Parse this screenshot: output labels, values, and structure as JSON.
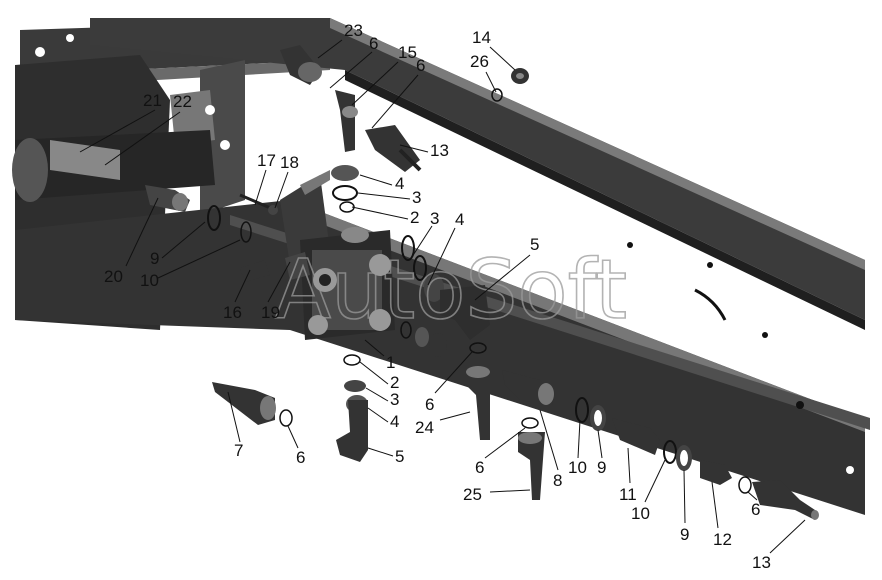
{
  "watermark": "AutoSoft",
  "callouts": [
    "23",
    "6",
    "15",
    "6",
    "14",
    "26",
    "21",
    "22",
    "13",
    "17",
    "18",
    "4",
    "3",
    "2",
    "3",
    "4",
    "5",
    "9",
    "20",
    "10",
    "16",
    "19",
    "1",
    "2",
    "3",
    "4",
    "5",
    "7",
    "6",
    "6",
    "24",
    "6",
    "8",
    "10",
    "9",
    "11",
    "10",
    "9",
    "12",
    "6",
    "13",
    "25"
  ],
  "colors": {
    "frame_dark": "#2b2b2b",
    "frame_mid": "#5a5a5a",
    "frame_light": "#8c8c8c",
    "part_fill": "#3a3a3a",
    "leader_line": "#111111",
    "background": "#ffffff"
  }
}
